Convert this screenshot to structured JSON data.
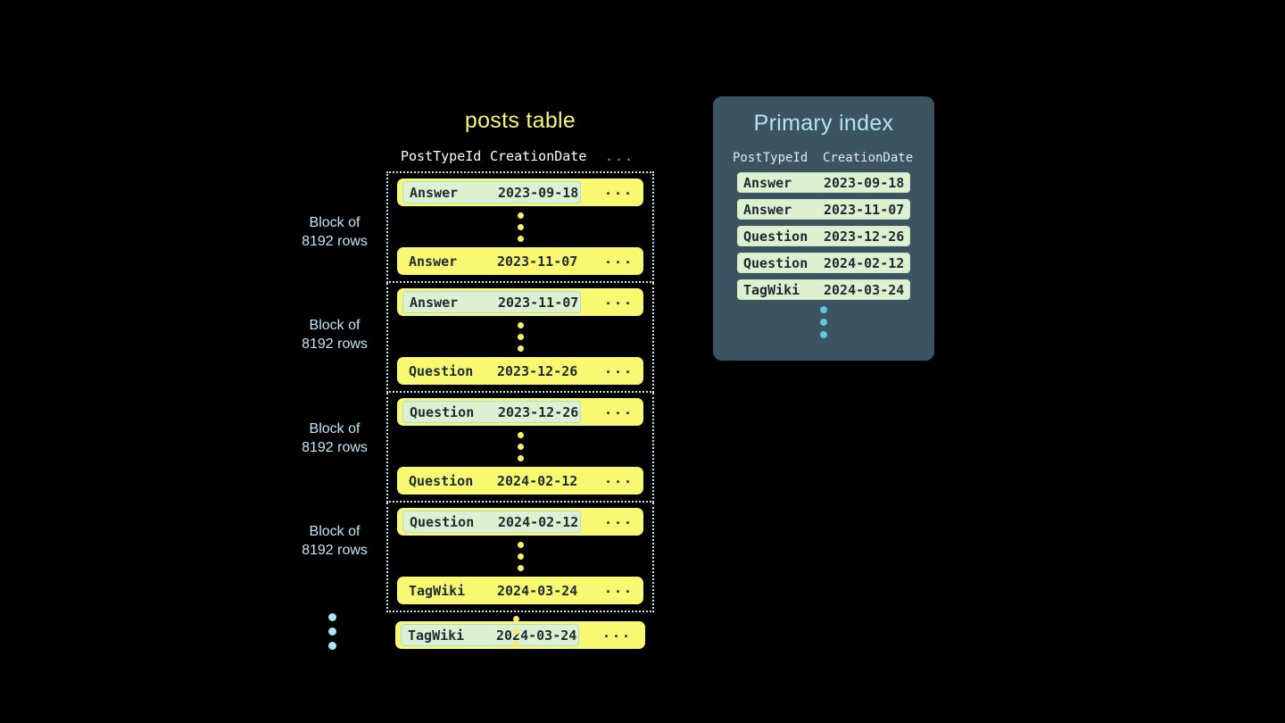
{
  "posts_table": {
    "title": "posts table",
    "columns": [
      "PostTypeId",
      "CreationDate",
      "..."
    ],
    "row_ellipsis": "...",
    "blocks": [
      {
        "label_line1": "Block of",
        "label_line2": "8192 rows",
        "first_row": {
          "type": "Answer",
          "date": "2023-09-18",
          "highlighted": true
        },
        "last_row": {
          "type": "Answer",
          "date": "2023-11-07",
          "highlighted": false
        }
      },
      {
        "label_line1": "Block of",
        "label_line2": "8192 rows",
        "first_row": {
          "type": "Answer",
          "date": "2023-11-07",
          "highlighted": true
        },
        "last_row": {
          "type": "Question",
          "date": "2023-12-26",
          "highlighted": false
        }
      },
      {
        "label_line1": "Block of",
        "label_line2": "8192 rows",
        "first_row": {
          "type": "Question",
          "date": "2023-12-26",
          "highlighted": true
        },
        "last_row": {
          "type": "Question",
          "date": "2024-02-12",
          "highlighted": false
        }
      },
      {
        "label_line1": "Block of",
        "label_line2": "8192 rows",
        "first_row": {
          "type": "Question",
          "date": "2024-02-12",
          "highlighted": true
        },
        "last_row": {
          "type": "TagWiki",
          "date": "2024-03-24",
          "highlighted": false
        }
      }
    ],
    "trailing_row": {
      "type": "TagWiki",
      "date": "2024-03-24",
      "highlighted": true
    }
  },
  "primary_index": {
    "title": "Primary index",
    "columns": [
      "PostTypeId",
      "CreationDate"
    ],
    "rows": [
      {
        "type": "Answer",
        "date": "2023-09-18"
      },
      {
        "type": "Answer",
        "date": "2023-11-07"
      },
      {
        "type": "Question",
        "date": "2023-12-26"
      },
      {
        "type": "Question",
        "date": "2024-02-12"
      },
      {
        "type": "TagWiki",
        "date": "2024-03-24"
      }
    ]
  },
  "colors": {
    "background": "#000000",
    "row_yellow": "#f9f871",
    "highlight_green": "#ddf0cf",
    "highlight_border": "#a9d9ef",
    "panel_slate": "#3c5462",
    "accent_blue": "#b3e3f2",
    "title_yellow": "#f7f671",
    "dot_yellow": "#f4ee6a",
    "dot_blue": "#5fc8e3"
  }
}
